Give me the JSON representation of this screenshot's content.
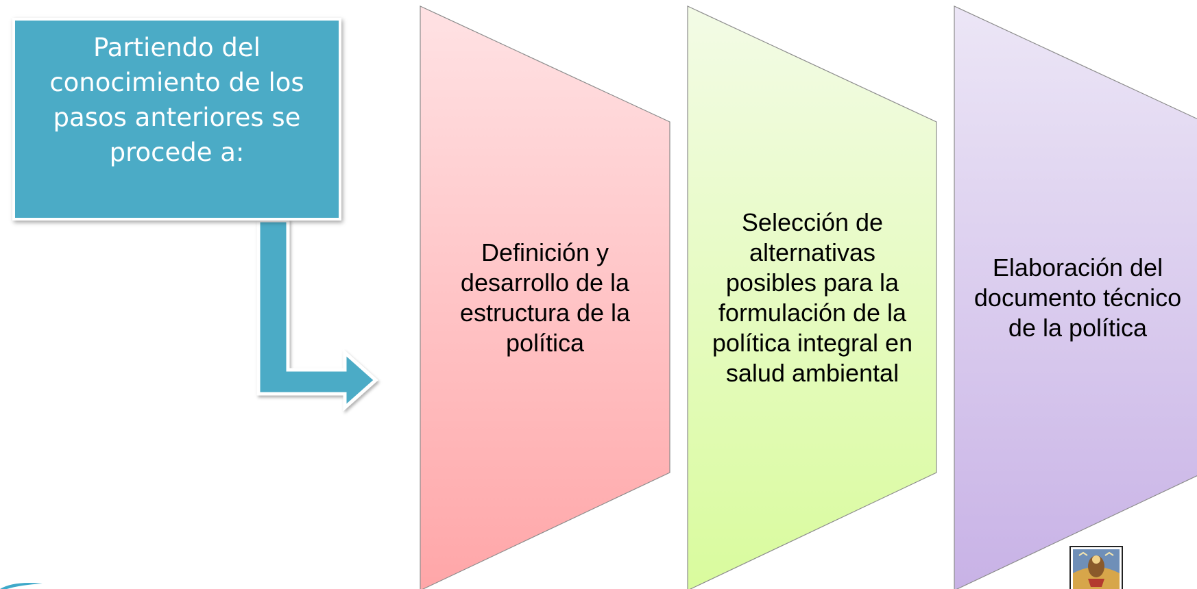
{
  "intro": {
    "text": "Partiendo del conocimiento de los pasos anteriores se procede a:"
  },
  "steps": [
    {
      "text": "Definición y desarrollo de la estructura de la política",
      "color_top": "#ffe2e4",
      "color_bottom": "#ffa6a8"
    },
    {
      "text": "Selección de alternativas posibles para la formulación de la política integral en salud ambiental",
      "color_top": "#f3fbe6",
      "color_bottom": "#d9fb9d"
    },
    {
      "text": "Elaboración del documento técnico de la política",
      "color_top": "#ece6f6",
      "color_bottom": "#c8b2e6"
    }
  ],
  "colors": {
    "intro_box": "#4babc6",
    "arrow": "#4babc6",
    "background": "#ffffff"
  },
  "icons": {
    "arrow": "bent-arrow-right-icon",
    "seal": "institution-seal-icon"
  }
}
